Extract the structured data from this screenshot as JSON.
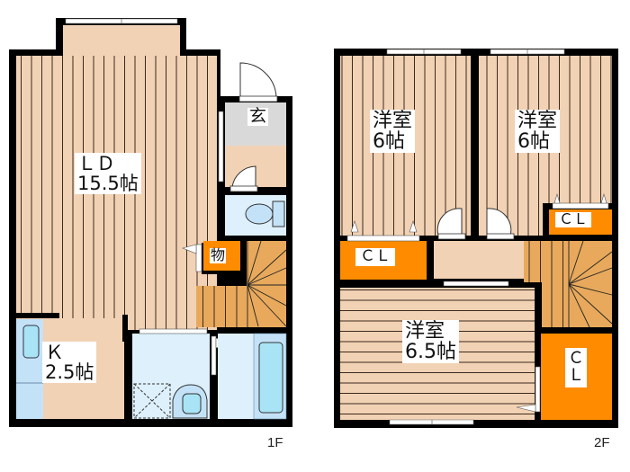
{
  "floors": [
    {
      "label": "1F",
      "rooms": [
        {
          "id": "ld",
          "name": "ＬＤ",
          "size": "15.5帖",
          "floor": "wood-vertical"
        },
        {
          "id": "kitchen",
          "name": "Ｋ",
          "size": "2.5帖",
          "floor": "wood-plain"
        },
        {
          "id": "entrance",
          "name": "玄",
          "floor": "tile-gray"
        },
        {
          "id": "storage",
          "name": "物",
          "floor": "storage-orange"
        },
        {
          "id": "toilet",
          "name": "",
          "floor": "wet-blue"
        },
        {
          "id": "washroom",
          "name": "",
          "floor": "wet-blue"
        },
        {
          "id": "bath",
          "name": "",
          "floor": "wet-blue"
        },
        {
          "id": "stairs",
          "name": "",
          "floor": "stairs"
        }
      ]
    },
    {
      "label": "2F",
      "rooms": [
        {
          "id": "western1",
          "name": "洋室",
          "size": "6帖",
          "floor": "wood-vertical"
        },
        {
          "id": "western2",
          "name": "洋室",
          "size": "6帖",
          "floor": "wood-vertical"
        },
        {
          "id": "western3",
          "name": "洋室",
          "size": "6.5帖",
          "floor": "wood-horizontal"
        },
        {
          "id": "cl1",
          "name": "ＣＬ",
          "floor": "storage-orange"
        },
        {
          "id": "cl2",
          "name": "ＣＬ",
          "floor": "storage-orange"
        },
        {
          "id": "cl3",
          "name": "Ｃ\nＬ",
          "floor": "storage-orange"
        },
        {
          "id": "hall",
          "name": "",
          "floor": "wood-plain"
        },
        {
          "id": "stairs",
          "name": "",
          "floor": "stairs"
        }
      ]
    }
  ],
  "labels": {
    "ld_name": "ＬＤ",
    "ld_size": "15.5帖",
    "k_name": "Ｋ",
    "k_size": "2.5帖",
    "entrance": "玄",
    "storage": "物",
    "w1_name": "洋室",
    "w1_size": "6帖",
    "w2_name": "洋室",
    "w2_size": "6帖",
    "w3_name": "洋室",
    "w3_size": "6.5帖",
    "cl1": "ＣＬ",
    "cl2": "ＣＬ",
    "cl3_c": "Ｃ",
    "cl3_l": "Ｌ",
    "floor1": "1F",
    "floor2": "2F"
  },
  "colors": {
    "wall": "#000000",
    "wood": "#f2d2b4",
    "wood_line": "#3a2a20",
    "stairs": "#e8a95c",
    "storage": "#ff8c00",
    "wet": "#ddf0fb",
    "wet_fixture": "#a8e4f5",
    "entrance_tile": "#d9d9d9"
  }
}
